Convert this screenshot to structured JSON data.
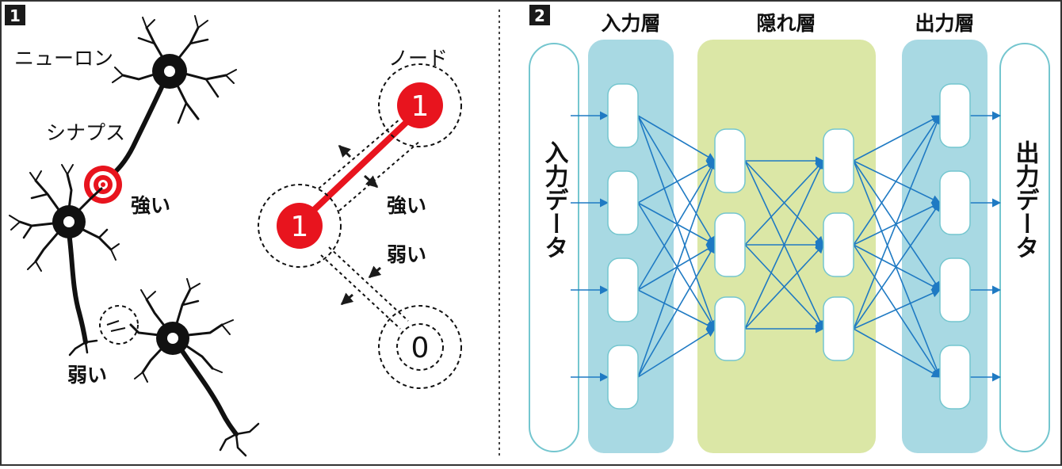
{
  "panel1": {
    "number": "1",
    "neuron_label": "ニューロン",
    "synapse_label": "シナプス",
    "strong_label": "強い",
    "weak_label": "弱い",
    "node_label": "ノード",
    "node_strong_label": "強い",
    "node_weak_label": "弱い",
    "node_values": [
      "1",
      "1",
      "0"
    ]
  },
  "panel2": {
    "number": "2",
    "input_layer_label": "入力層",
    "hidden_layer_label": "隠れ層",
    "output_layer_label": "出力層",
    "input_data_label": "入力データ",
    "output_data_label": "出力データ"
  },
  "colors": {
    "red": "#e8141e",
    "arrow_blue": "#1f7ac3",
    "layer_blue": "#a8d9e3",
    "hidden_green": "#dbe7a6",
    "node_outline": "#74c6cf",
    "dark": "#1a1a1a"
  }
}
